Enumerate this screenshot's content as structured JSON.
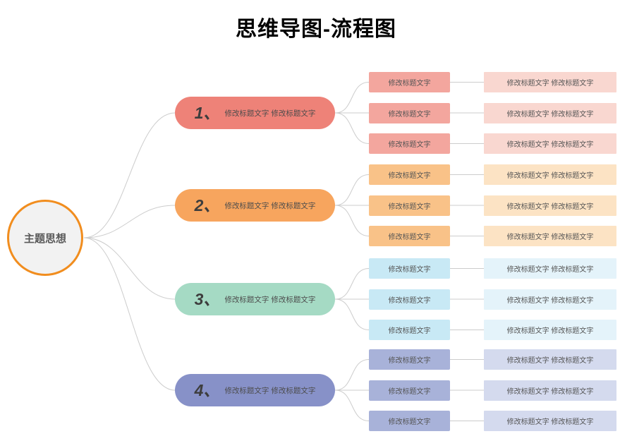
{
  "title": "思维导图-流程图",
  "center": {
    "label": "主题思想",
    "border_color": "#f18d1e",
    "fill_color": "#f2f2f2"
  },
  "line_color": "#cccccc",
  "branches": [
    {
      "number": "1、",
      "label": "修改标题文字 修改标题文字",
      "pill_color": "#ee8278",
      "sub_color": "#f3a69e",
      "leaf_color": "#f9d7d0",
      "subs": [
        {
          "label": "修改标题文字",
          "leaf": "修改标题文字 修改标题文字"
        },
        {
          "label": "修改标题文字",
          "leaf": "修改标题文字 修改标题文字"
        },
        {
          "label": "修改标题文字",
          "leaf": "修改标题文字 修改标题文字"
        }
      ]
    },
    {
      "number": "2、",
      "label": "修改标题文字 修改标题文字",
      "pill_color": "#f7a55e",
      "sub_color": "#f9c288",
      "leaf_color": "#fce3c4",
      "subs": [
        {
          "label": "修改标题文字",
          "leaf": "修改标题文字 修改标题文字"
        },
        {
          "label": "修改标题文字",
          "leaf": "修改标题文字 修改标题文字"
        },
        {
          "label": "修改标题文字",
          "leaf": "修改标题文字 修改标题文字"
        }
      ]
    },
    {
      "number": "3、",
      "label": "修改标题文字 修改标题文字",
      "pill_color": "#a5dac4",
      "sub_color": "#c8e9f5",
      "leaf_color": "#e4f3fa",
      "subs": [
        {
          "label": "修改标题文字",
          "leaf": "修改标题文字 修改标题文字"
        },
        {
          "label": "修改标题文字",
          "leaf": "修改标题文字 修改标题文字"
        },
        {
          "label": "修改标题文字",
          "leaf": "修改标题文字 修改标题文字"
        }
      ]
    },
    {
      "number": "4、",
      "label": "修改标题文字 修改标题文字",
      "pill_color": "#8791c8",
      "sub_color": "#a8b2d9",
      "leaf_color": "#d4daee",
      "subs": [
        {
          "label": "修改标题文字",
          "leaf": "修改标题文字 修改标题文字"
        },
        {
          "label": "修改标题文字",
          "leaf": "修改标题文字 修改标题文字"
        },
        {
          "label": "修改标题文字",
          "leaf": "修改标题文字 修改标题文字"
        }
      ]
    }
  ]
}
